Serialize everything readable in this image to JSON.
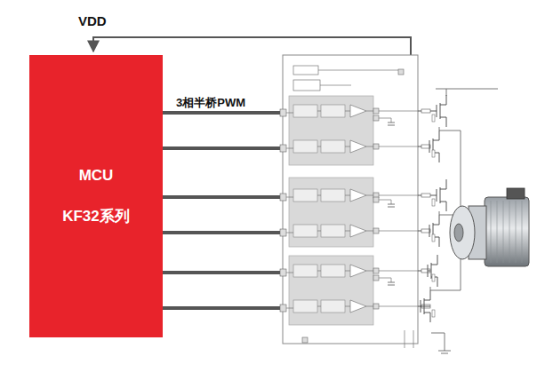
{
  "diagram": {
    "nodes": [
      {
        "text": [
          "MCU",
          "KF32系列"
        ]
      }
    ],
    "labels": [
      "VDD",
      "3相半桥PWM"
    ]
  }
}
